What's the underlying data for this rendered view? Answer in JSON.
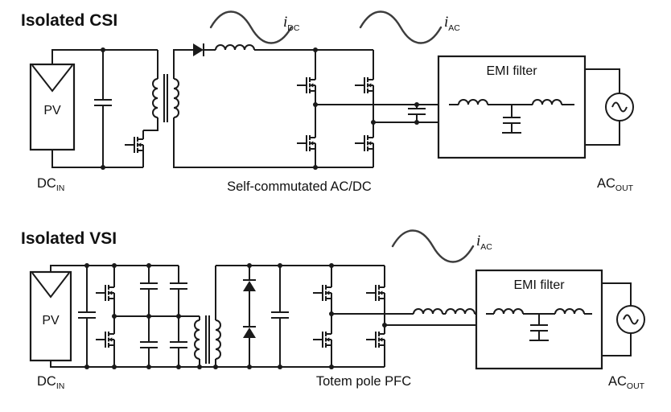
{
  "csi": {
    "title": "Isolated CSI",
    "pv": "PV",
    "dc_main": "DC",
    "dc_sub": "IN",
    "converter": "Self-commutated AC/DC",
    "ac_main": "AC",
    "ac_sub": "OUT",
    "emi": "EMI filter",
    "i_dc_main": "i",
    "i_dc_sub": "DC",
    "i_ac_main": "i",
    "i_ac_sub": "AC"
  },
  "vsi": {
    "title": "Isolated VSI",
    "pv": "PV",
    "dc_main": "DC",
    "dc_sub": "IN",
    "converter": "Totem pole PFC",
    "ac_main": "AC",
    "ac_sub": "OUT",
    "emi": "EMI filter",
    "i_ac_main": "i",
    "i_ac_sub": "AC"
  },
  "colors": {
    "line": "#1a1a1a",
    "wave": "#3d3d3d",
    "background": "#ffffff"
  }
}
